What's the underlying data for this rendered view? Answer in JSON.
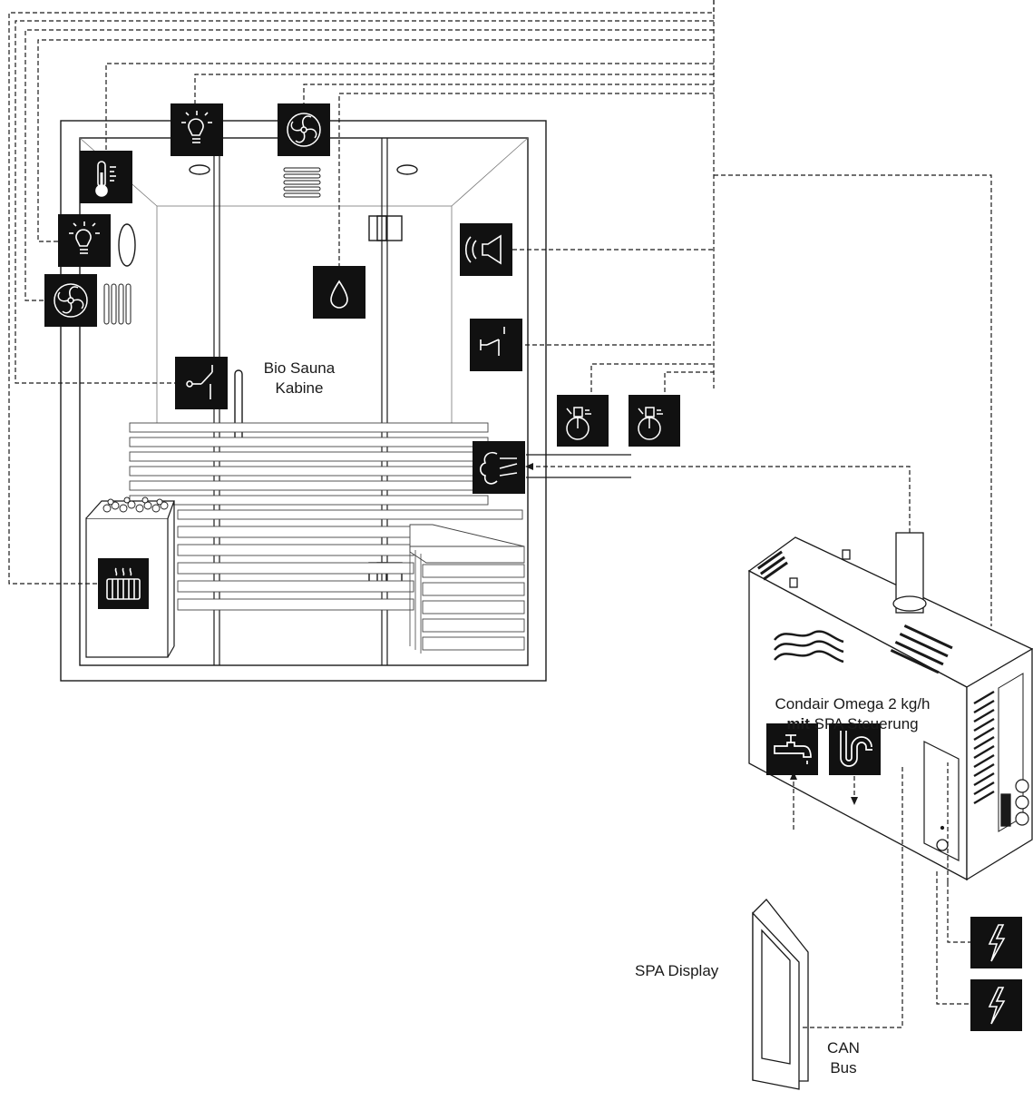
{
  "labels": {
    "cabin_line1": "Bio Sauna",
    "cabin_line2": "Kabine",
    "device_line1": "Condair Omega 2 kg/h",
    "device_line2_bold": "mit",
    "device_line2_rest": " SPA Steuerung",
    "spa_display": "SPA Display",
    "can_line1": "CAN",
    "can_line2": "Bus"
  },
  "icons": [
    "light-icon",
    "fan-icon",
    "thermometer-icon",
    "light-icon",
    "fan-icon",
    "water-drop-icon",
    "speaker-icon",
    "switch-icon",
    "switch-icon",
    "fragrance-dispenser-icon",
    "fragrance-dispenser-icon",
    "steam-outlet-icon",
    "sauna-heater-icon",
    "water-tap-icon",
    "drain-siphon-icon",
    "power-supply-icon",
    "power-supply-icon"
  ],
  "colors": {
    "line": "#1a1a1a",
    "icon_bg": "#111111",
    "icon_fg": "#ffffff"
  }
}
